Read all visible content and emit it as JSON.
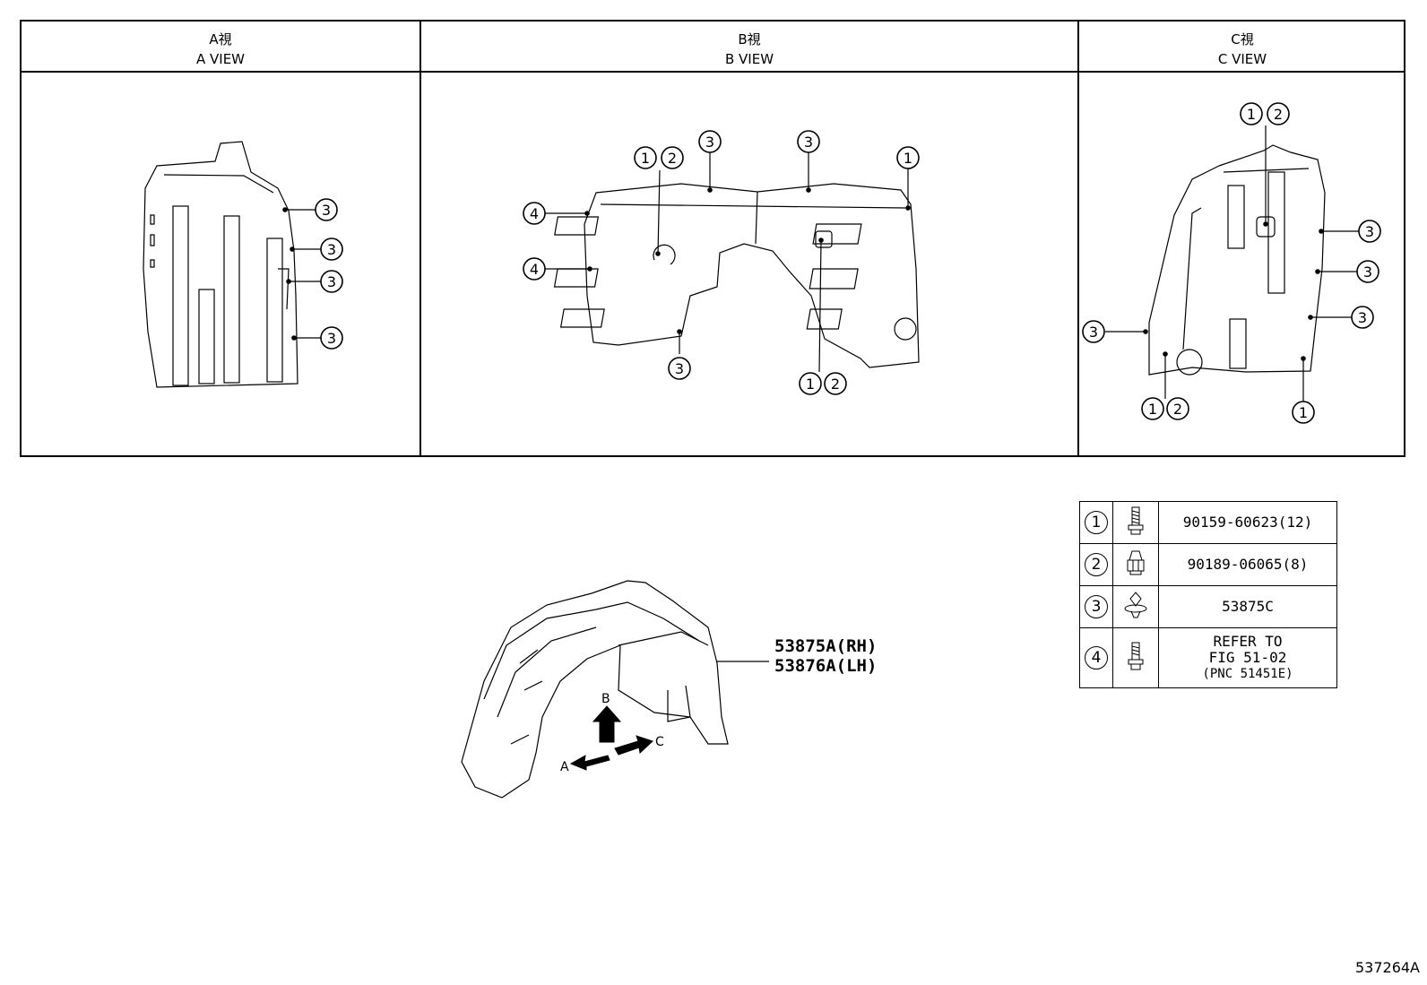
{
  "views": [
    {
      "jp": "A視",
      "en": "A VIEW"
    },
    {
      "jp": "B視",
      "en": "B VIEW"
    },
    {
      "jp": "C視",
      "en": "C VIEW"
    }
  ],
  "callout_numbers": [
    "1",
    "2",
    "3",
    "4"
  ],
  "legend": [
    {
      "num": "1",
      "icon": "bolt-icon",
      "part": "90159-60623(12)"
    },
    {
      "num": "2",
      "icon": "nut-icon",
      "part": "90189-06065(8)"
    },
    {
      "num": "3",
      "icon": "clip-icon",
      "part": "53875C"
    },
    {
      "num": "4",
      "icon": "screw-icon",
      "part_lines": [
        "REFER TO",
        "FIG 51-02",
        "(PNC 51451E)"
      ]
    }
  ],
  "main_part": {
    "rh": "53875A(RH)",
    "lh": "53876A(LH)"
  },
  "direction_labels": {
    "a": "A",
    "b": "B",
    "c": "C"
  },
  "figure_code": "537264A"
}
